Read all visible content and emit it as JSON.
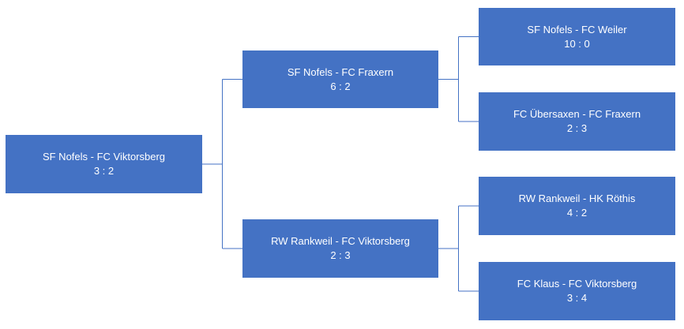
{
  "bracket": {
    "accent_color": "#4472c4",
    "text_color": "#ffffff",
    "final": {
      "teams": "SF Nofels - FC Viktorsberg",
      "score": "3 : 2"
    },
    "semifinals": [
      {
        "teams": "SF Nofels - FC Fraxern",
        "score": "6 : 2"
      },
      {
        "teams": "RW Rankweil - FC Viktorsberg",
        "score": "2 : 3"
      }
    ],
    "quarterfinals": [
      {
        "teams": "SF Nofels - FC Weiler",
        "score": "10 : 0"
      },
      {
        "teams": "FC Übersaxen - FC Fraxern",
        "score": "2 : 3"
      },
      {
        "teams": "RW Rankweil - HK Röthis",
        "score": "4 : 2"
      },
      {
        "teams": "FC Klaus - FC Viktorsberg",
        "score": "3 : 4"
      }
    ]
  }
}
